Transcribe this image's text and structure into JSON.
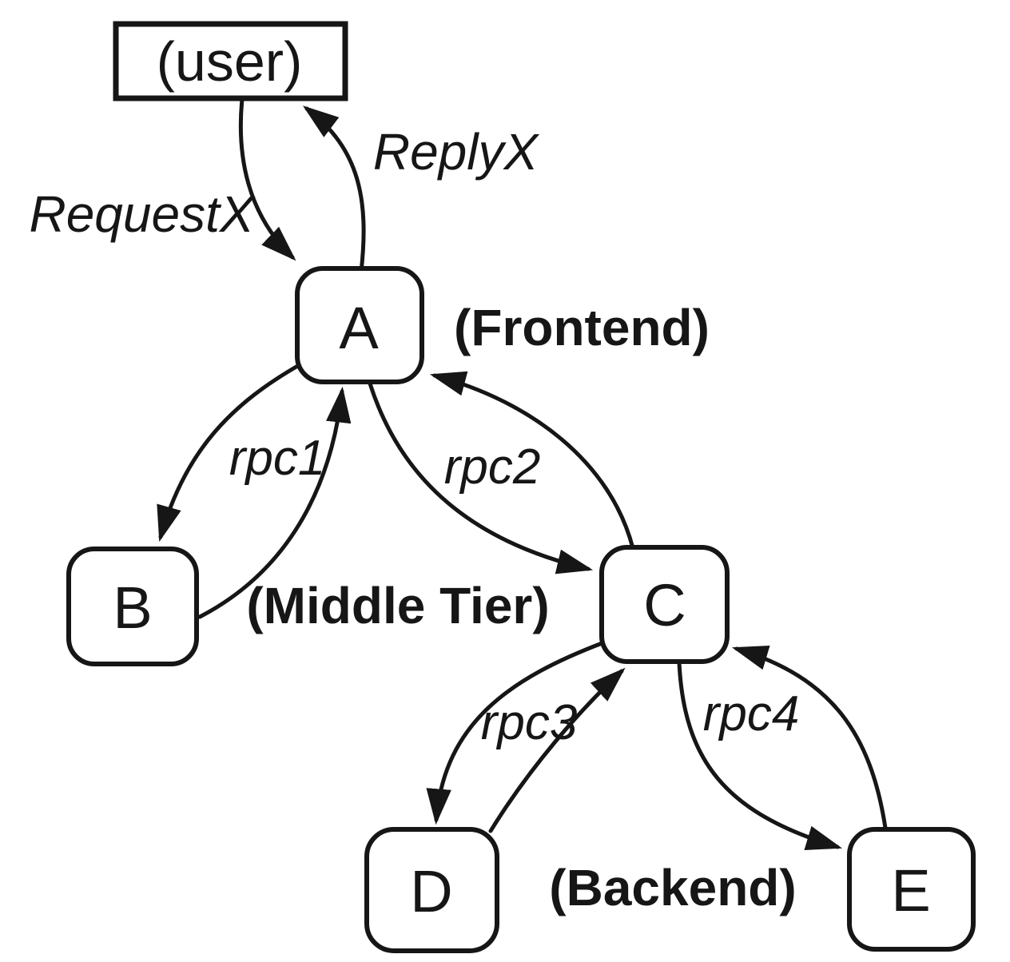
{
  "colors": {
    "ink": "#161616",
    "background": "#ffffff"
  },
  "nodes": [
    {
      "id": "user",
      "label": "(user)",
      "shape": "rectangle"
    },
    {
      "id": "A",
      "label": "A",
      "shape": "rounded",
      "tier": "Frontend"
    },
    {
      "id": "B",
      "label": "B",
      "shape": "rounded",
      "tier": "Middle Tier"
    },
    {
      "id": "C",
      "label": "C",
      "shape": "rounded",
      "tier": "Middle Tier"
    },
    {
      "id": "D",
      "label": "D",
      "shape": "rounded",
      "tier": "Backend"
    },
    {
      "id": "E",
      "label": "E",
      "shape": "rounded",
      "tier": "Backend"
    }
  ],
  "tier_annotations": [
    {
      "text": "(Frontend)",
      "applies_to": "A"
    },
    {
      "text": "(Middle Tier)",
      "applies_to": "B, C"
    },
    {
      "text": "(Backend)",
      "applies_to": "D, E"
    }
  ],
  "edges": [
    {
      "from": "user",
      "to": "A",
      "label": "RequestX"
    },
    {
      "from": "A",
      "to": "user",
      "label": "ReplyX"
    },
    {
      "from": "A",
      "to": "B",
      "label": "rpc1",
      "bidirectional": true
    },
    {
      "from": "A",
      "to": "C",
      "label": "rpc2",
      "bidirectional": true
    },
    {
      "from": "C",
      "to": "D",
      "label": "rpc3",
      "bidirectional": true
    },
    {
      "from": "C",
      "to": "E",
      "label": "rpc4",
      "bidirectional": true
    }
  ]
}
